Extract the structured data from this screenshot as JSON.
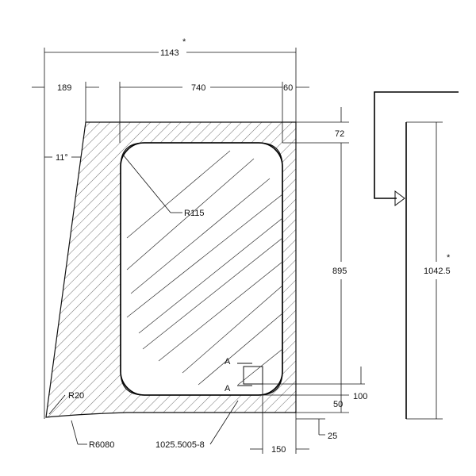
{
  "dimensions": {
    "overall_width": "1143",
    "overall_width_mark": "*",
    "left_offset": "189",
    "glass_width": "740",
    "right_frame": "60",
    "top_frame": "72",
    "glass_height": "895",
    "side_height": "1042.5",
    "side_height_mark": "*",
    "bottom_offset_100": "100",
    "bottom_offset_50": "50",
    "bottom_offset_25": "25",
    "handle_offset": "150",
    "angle": "11°",
    "corner_radius": "R115",
    "tip_radius": "R20",
    "curve_radius": "R6080",
    "part_number": "1025.5005-8",
    "section_label_top": "A",
    "section_label_bottom": "A"
  }
}
